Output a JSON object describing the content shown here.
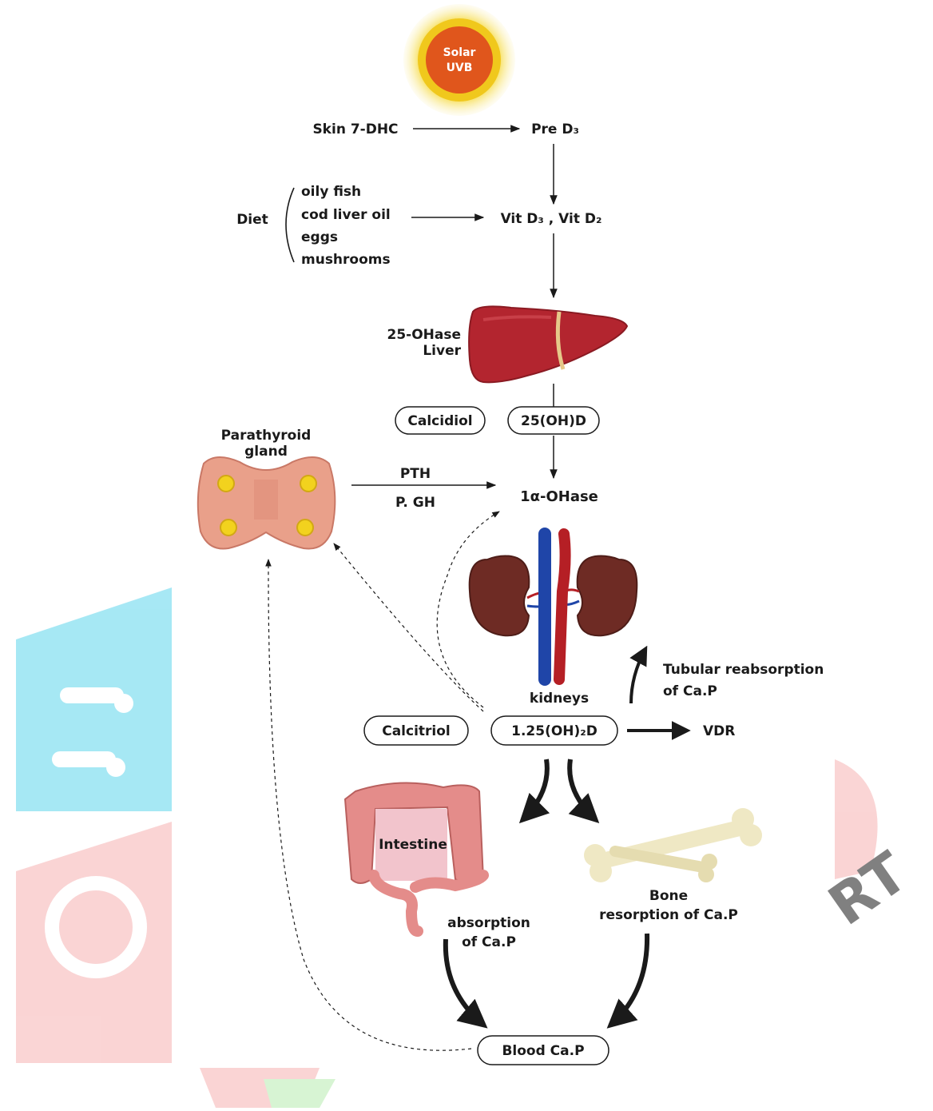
{
  "sun": {
    "line1": "Solar",
    "line2": "UVB"
  },
  "skin": {
    "source": "Skin 7-DHC",
    "product": "Pre D₃"
  },
  "diet": {
    "label": "Diet",
    "items": [
      "oily fish",
      "cod liver oil",
      "eggs",
      "mushrooms"
    ],
    "product": "Vit D₃ , Vit D₂"
  },
  "liver": {
    "enzyme": "25-OHase",
    "organ": "Liver"
  },
  "calcidiol": {
    "name": "Calcidiol",
    "formula": "25(OH)D"
  },
  "parathyroid": {
    "line1": "Parathyroid",
    "line2": "gland"
  },
  "signals": {
    "pth": "PTH",
    "pgh": "P. GH"
  },
  "enzyme_1a": "1α-OHase",
  "kidneys": {
    "label": "kidneys"
  },
  "tubular": {
    "line1": "Tubular reabsorption",
    "line2": "of Ca.P"
  },
  "calcitriol": {
    "name": "Calcitriol",
    "formula": "1.25(OH)₂D"
  },
  "vdr": "VDR",
  "intestine": {
    "label": "Intestine",
    "effect_line1": "absorption",
    "effect_line2": "of Ca.P"
  },
  "bone": {
    "line1": "Bone",
    "line2": "resorption of Ca.P"
  },
  "blood": "Blood Ca.P",
  "colors": {
    "sun_core": "#e0561c",
    "sun_glow": "#f6d21c",
    "liver": "#b3252f",
    "parathyroid": "#e9a08a",
    "parathyroid_nodule": "#f2d21e",
    "kidney": "#6e2b24",
    "vein": "#1f45a8",
    "artery": "#b51f25",
    "intestine": "#e48c8a",
    "bone": "#efe8c4",
    "watermark_cyan": "#5fd6ec",
    "watermark_pink": "#f6b2b2"
  }
}
